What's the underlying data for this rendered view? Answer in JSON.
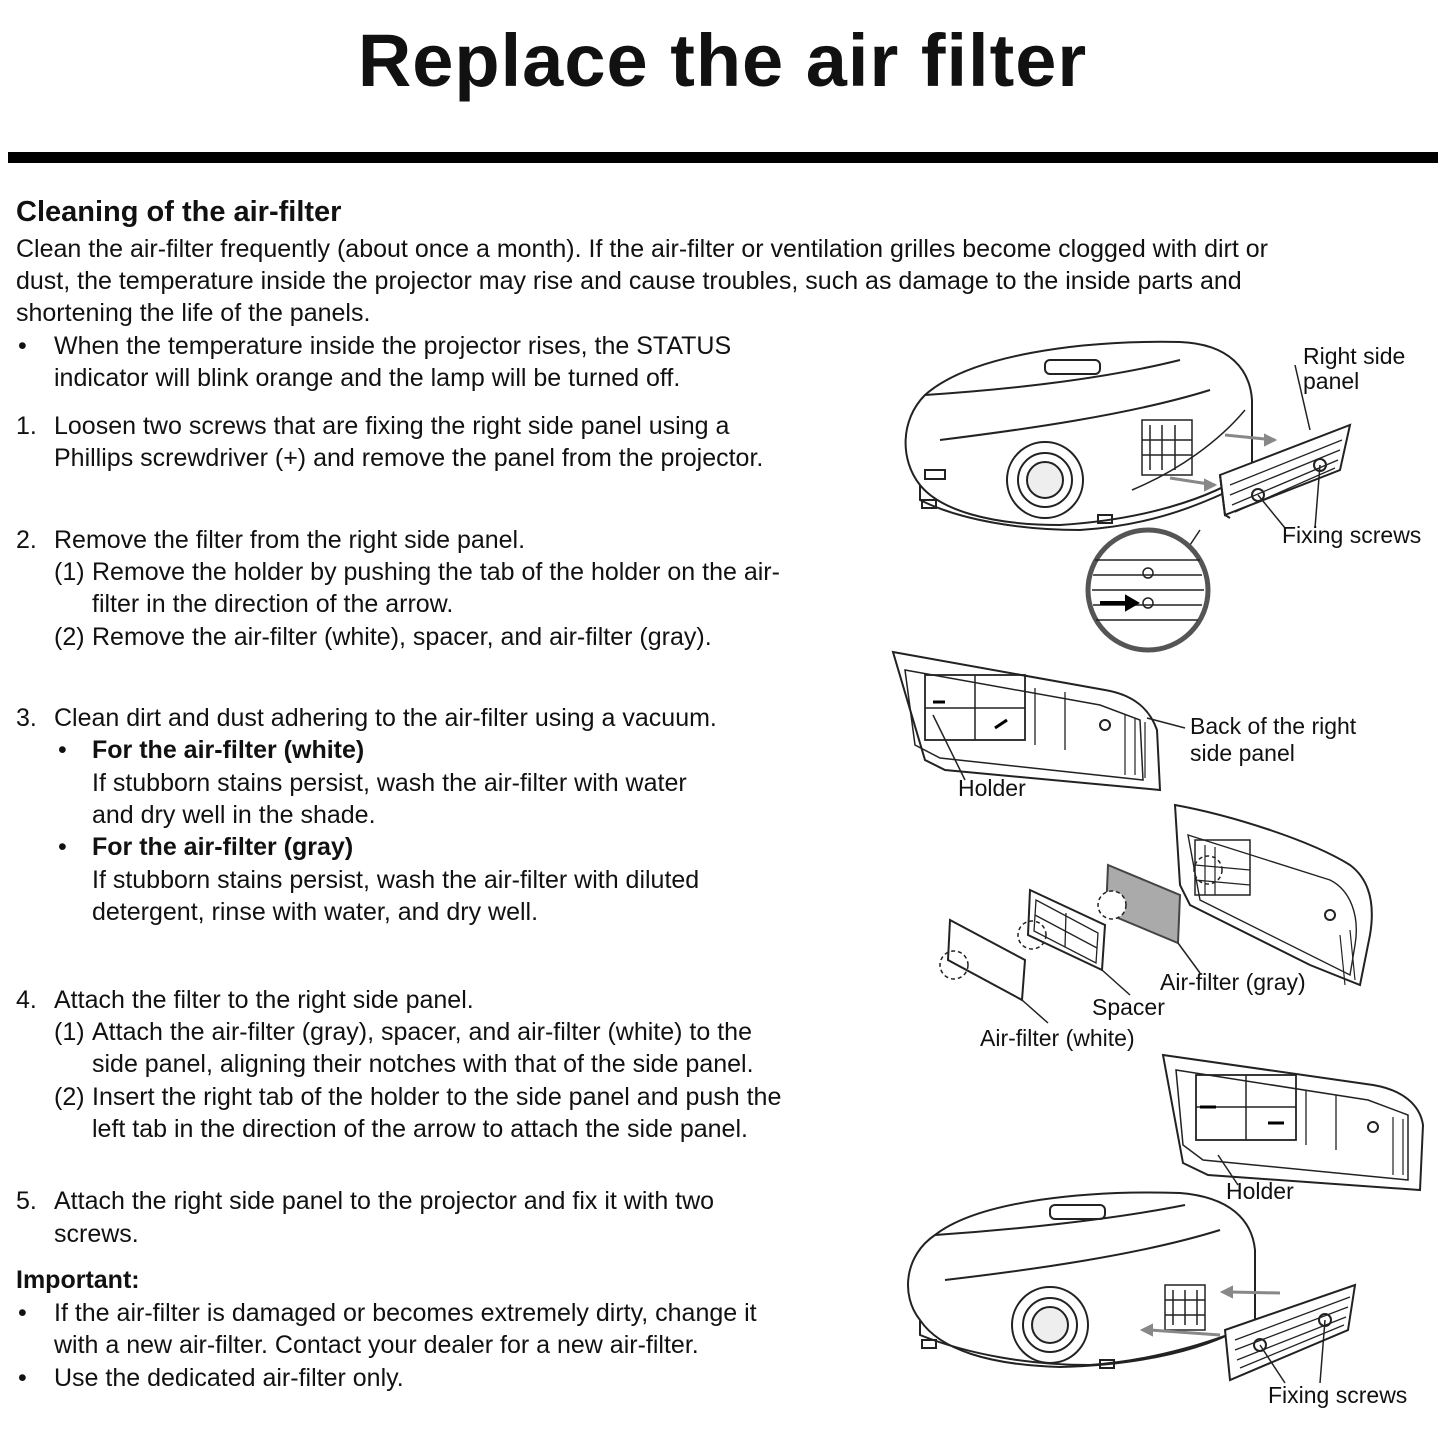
{
  "title": "Replace the air filter",
  "section": {
    "heading": "Cleaning of the air-filter",
    "intro": [
      "Clean the air-filter frequently (about once a month). If the air-filter or ventilation grilles become clogged with dirt or",
      "dust, the temperature inside the projector may rise and cause troubles, such as damage to the inside parts and",
      "shortening the life of the panels."
    ],
    "note_bullet": "•",
    "note": [
      "When the temperature inside the projector rises, the STATUS",
      "indicator will blink orange and the lamp will be turned off."
    ],
    "step1": {
      "num": "1.",
      "lines": [
        "Loosen two screws that are fixing the right side panel using a",
        "Phillips screwdriver (+) and remove the panel from the projector."
      ]
    },
    "step2": {
      "num": "2.",
      "text": "Remove the filter from the right side panel.",
      "sub1_num": "(1)",
      "sub1": [
        "Remove the holder by pushing the tab of the holder on the air-",
        "filter in the direction of the arrow."
      ],
      "sub2_num": "(2)",
      "sub2": "Remove the air-filter (white), spacer, and air-filter (gray)."
    },
    "step3": {
      "num": "3.",
      "text": "Clean dirt and dust adhering to the air-filter using a vacuum.",
      "bullet": "•",
      "white_title": "For the air-filter (white)",
      "white_body": [
        "If stubborn stains persist, wash the air-filter with water",
        "and dry well in the shade."
      ],
      "gray_title": "For the air-filter (gray)",
      "gray_body": [
        "If stubborn stains persist, wash the air-filter with diluted",
        "detergent, rinse with water, and dry well."
      ]
    },
    "step4": {
      "num": "4.",
      "text": "Attach the filter to the right side panel.",
      "sub1_num": "(1)",
      "sub1": [
        "Attach the air-filter (gray), spacer, and air-filter (white) to the",
        "side panel, aligning their notches with that of the side panel."
      ],
      "sub2_num": "(2)",
      "sub2": [
        "Insert the right tab of the holder to the side panel and push the",
        "left tab in the direction of the arrow to attach the side panel."
      ]
    },
    "step5": {
      "num": "5.",
      "lines": [
        "Attach the right side panel to the projector and fix it with two",
        "screws."
      ]
    },
    "important": {
      "heading": "Important:",
      "bullet": "•",
      "items": [
        [
          "If the air-filter is damaged or becomes extremely dirty, change it",
          "with a new air-filter. Contact your dealer for a new air-filter."
        ],
        "Use the dedicated air-filter only."
      ]
    }
  },
  "figures": {
    "right_side_panel": [
      "Right side",
      "panel"
    ],
    "fixing_screws_top": "Fixing screws",
    "back_of_panel": [
      "Back of the right",
      "side panel"
    ],
    "holder_top": "Holder",
    "air_filter_gray": "Air-filter (gray)",
    "spacer": "Spacer",
    "air_filter_white": "Air-filter (white)",
    "holder_bottom": "Holder",
    "fixing_screws_bottom": "Fixing screws"
  }
}
